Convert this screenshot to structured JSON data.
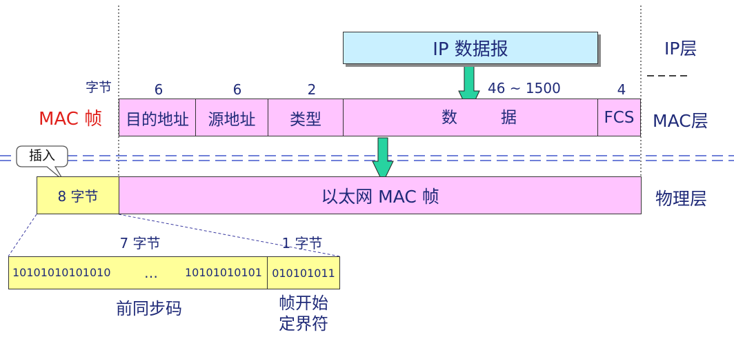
{
  "colors": {
    "text": "#1f2a78",
    "mac_label": "#e0201b",
    "mac_fill": "#ffc4ff",
    "ip_fill": "#c9f0ff",
    "yellow_fill": "#ffff99",
    "arrow": "#27d3a0",
    "dashed": "#6f7fd8"
  },
  "ip": {
    "datagram": "IP 数据报"
  },
  "mac": {
    "label": "MAC 帧",
    "bytes_unit": "字节",
    "fields": [
      {
        "name": "目的地址",
        "bytes": "6"
      },
      {
        "name": "源地址",
        "bytes": "6"
      },
      {
        "name": "类型",
        "bytes": "2"
      },
      {
        "name_left": "数",
        "name_right": "据",
        "bytes": "46 ~ 1500"
      },
      {
        "name": "FCS",
        "bytes": "4"
      }
    ]
  },
  "layers": {
    "ip": "IP层",
    "mac": "MAC层",
    "phy": "物理层"
  },
  "physical": {
    "insert_callout": "插入",
    "prefix": "8 字节",
    "frame": "以太网 MAC 帧"
  },
  "preamble": {
    "seven_bytes": "7 字节",
    "one_byte": "1 字节",
    "bits_start": "10101010101010",
    "ellipsis": "…",
    "bits_end": "10101010101",
    "sfd_bits": "010101011",
    "preamble_label": "前同步码",
    "sfd_label_1": "帧开始",
    "sfd_label_2": "定界符"
  }
}
